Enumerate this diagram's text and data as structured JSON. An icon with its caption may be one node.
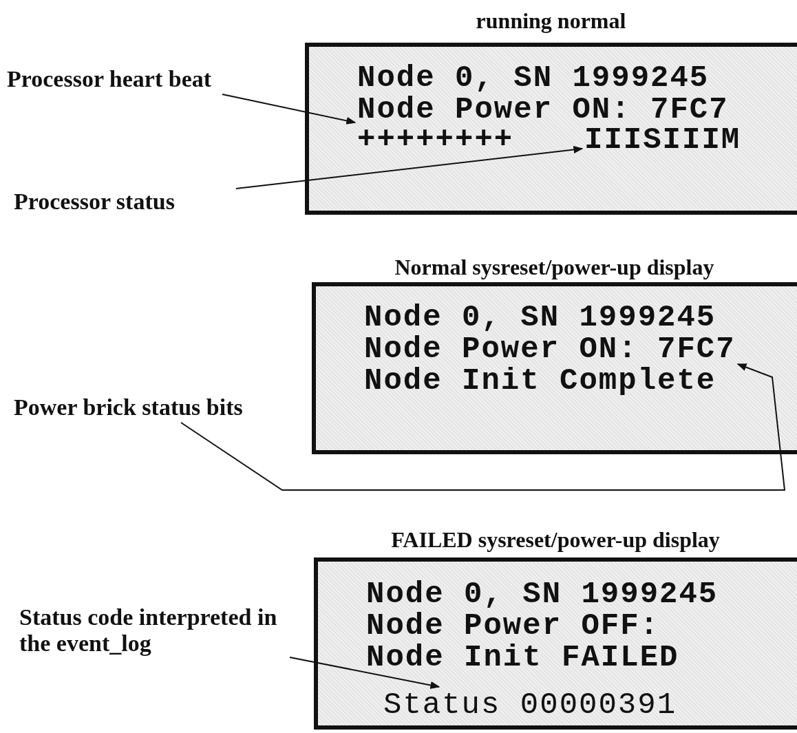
{
  "diagram": {
    "nodes": [
      {
        "text": [
          "running normal",
          "Node 0, SN 1999245",
          "Node Power ON: 7FC7"
        ]
      },
      {
        "text": [
          "++++++++"
        ],
        "in": 0
      },
      {
        "text": [
          "IIISIIIM"
        ],
        "in": 0
      },
      {
        "text": [
          "Processor heart beat"
        ]
      },
      {
        "text": [
          "Processor status"
        ]
      },
      {
        "text": [
          "Normal sysreset/power-up display",
          "Node 0, SN 1999245",
          "Node Power ON:",
          "Node Init Complete"
        ]
      },
      {
        "text": [
          "Power brick status bits"
        ]
      },
      {
        "text": [
          "FAILED sysreset/power-up display",
          "Node 0, SN 1999245",
          "Node Power OFF:",
          "Node Init FAILED"
        ]
      },
      {
        "text": [
          "Status 00000391"
        ],
        "in": 7
      },
      {
        "text": [
          "Status code interpreted in the event_log"
        ]
      },
      {
        "text": [
          "7FC7"
        ],
        "in": 5
      }
    ],
    "edges": [
      {
        "from": 3,
        "to": 1,
        "arrow": "to"
      },
      {
        "from": 4,
        "to": 2,
        "arrow": "to"
      },
      {
        "from": 6,
        "to": 10,
        "arrow": "to"
      },
      {
        "from": 9,
        "to": 8,
        "arrow": "to"
      }
    ]
  }
}
